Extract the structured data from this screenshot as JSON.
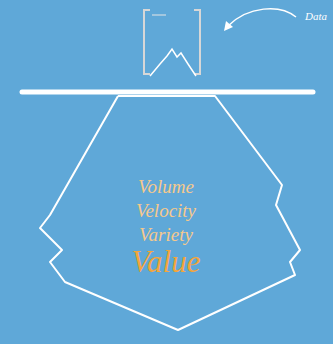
{
  "diagram": {
    "nodes": [
      {
        "text": [
          "Volume",
          "Velocity",
          "Variety",
          "Value"
        ]
      }
    ],
    "labels": [
      "Data"
    ]
  }
}
